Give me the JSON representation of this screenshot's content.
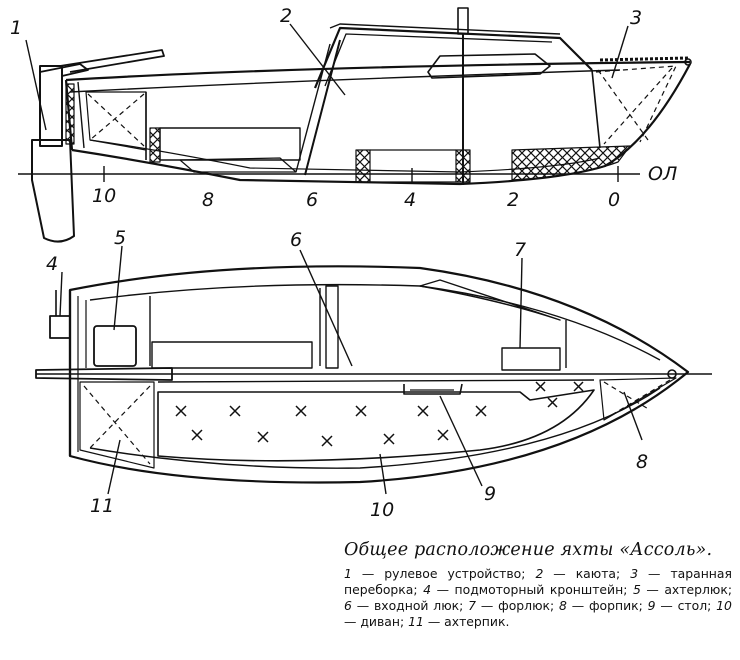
{
  "drawing": {
    "top_view": {
      "callouts": [
        "1",
        "2",
        "3"
      ],
      "waterline_label": "ОЛ",
      "stations": [
        "10",
        "8",
        "6",
        "4",
        "2",
        "0"
      ]
    },
    "plan_view": {
      "callouts": [
        "4",
        "5",
        "6",
        "7",
        "8",
        "9",
        "10",
        "11"
      ]
    }
  },
  "caption": {
    "title": "Общее расположение яхты «Ассоль».",
    "legend": [
      {
        "num": "1",
        "text": "рулевое устройство"
      },
      {
        "num": "2",
        "text": "каюта"
      },
      {
        "num": "3",
        "text": "таранная переборка"
      },
      {
        "num": "4",
        "text": "подмоторный кронштейн"
      },
      {
        "num": "5",
        "text": "ахтерлюк"
      },
      {
        "num": "6",
        "text": "входной люк"
      },
      {
        "num": "7",
        "text": "форлюк"
      },
      {
        "num": "8",
        "text": "форпик"
      },
      {
        "num": "9",
        "text": "стол"
      },
      {
        "num": "10",
        "text": "диван"
      },
      {
        "num": "11",
        "text": "ахтерпик"
      }
    ]
  },
  "colors": {
    "ink": "#111111",
    "paper": "#ffffff"
  }
}
